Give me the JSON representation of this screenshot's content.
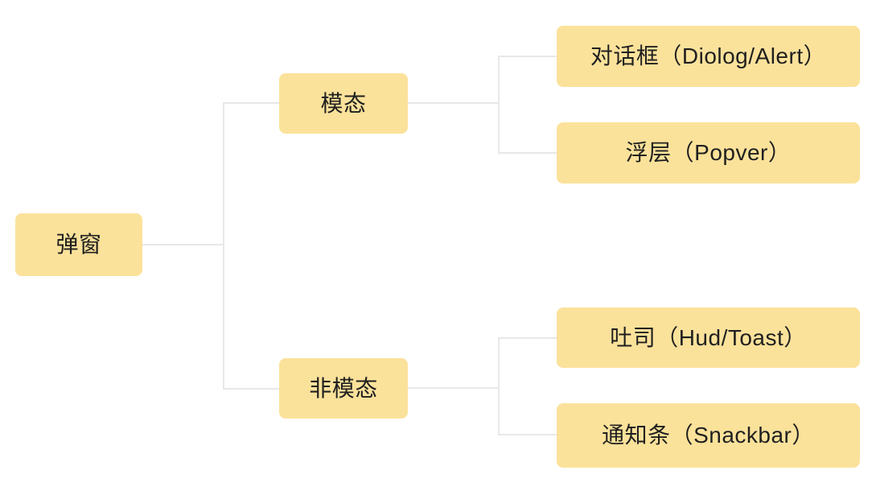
{
  "colors": {
    "background": "#FFFFFF",
    "node_fill": "#FBE29B",
    "node_text": "#1F1F1F",
    "connector": "#E8E8E8"
  },
  "mindmap": {
    "root": {
      "label": "弹窗"
    },
    "branches": [
      {
        "label": "模态",
        "children": [
          {
            "label": "对话框（Diolog/Alert）"
          },
          {
            "label": "浮层（Popver）"
          }
        ]
      },
      {
        "label": "非模态",
        "children": [
          {
            "label": "吐司（Hud/Toast）"
          },
          {
            "label": "通知条（Snackbar）"
          }
        ]
      }
    ]
  }
}
